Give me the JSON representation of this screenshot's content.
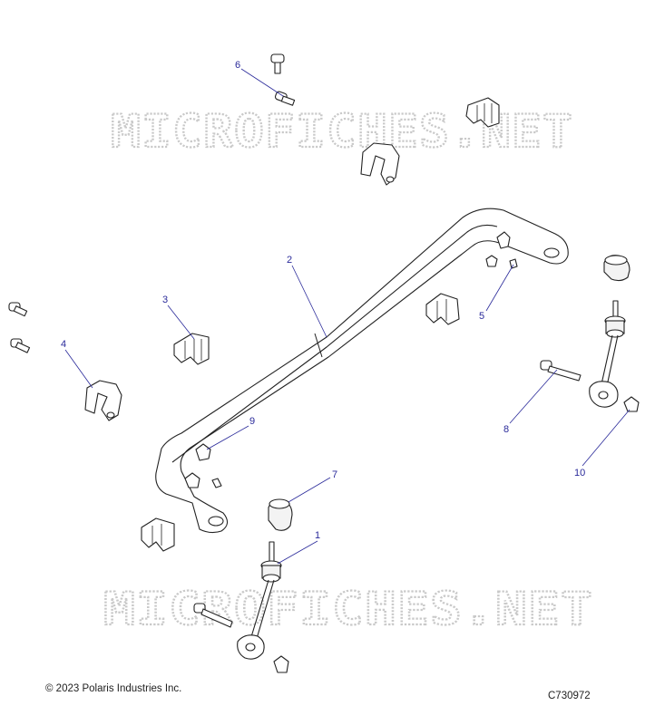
{
  "watermark": "MICROFICHES.NET",
  "callouts": [
    "1",
    "2",
    "3",
    "4",
    "5",
    "6",
    "7",
    "8",
    "9",
    "10"
  ],
  "footer": {
    "copyright": "© 2023 Polaris Industries Inc.",
    "figure_code": "C730972"
  },
  "colors": {
    "callout": "#2a2a9a",
    "line": "#222222",
    "watermark": "#c9c9c9"
  }
}
